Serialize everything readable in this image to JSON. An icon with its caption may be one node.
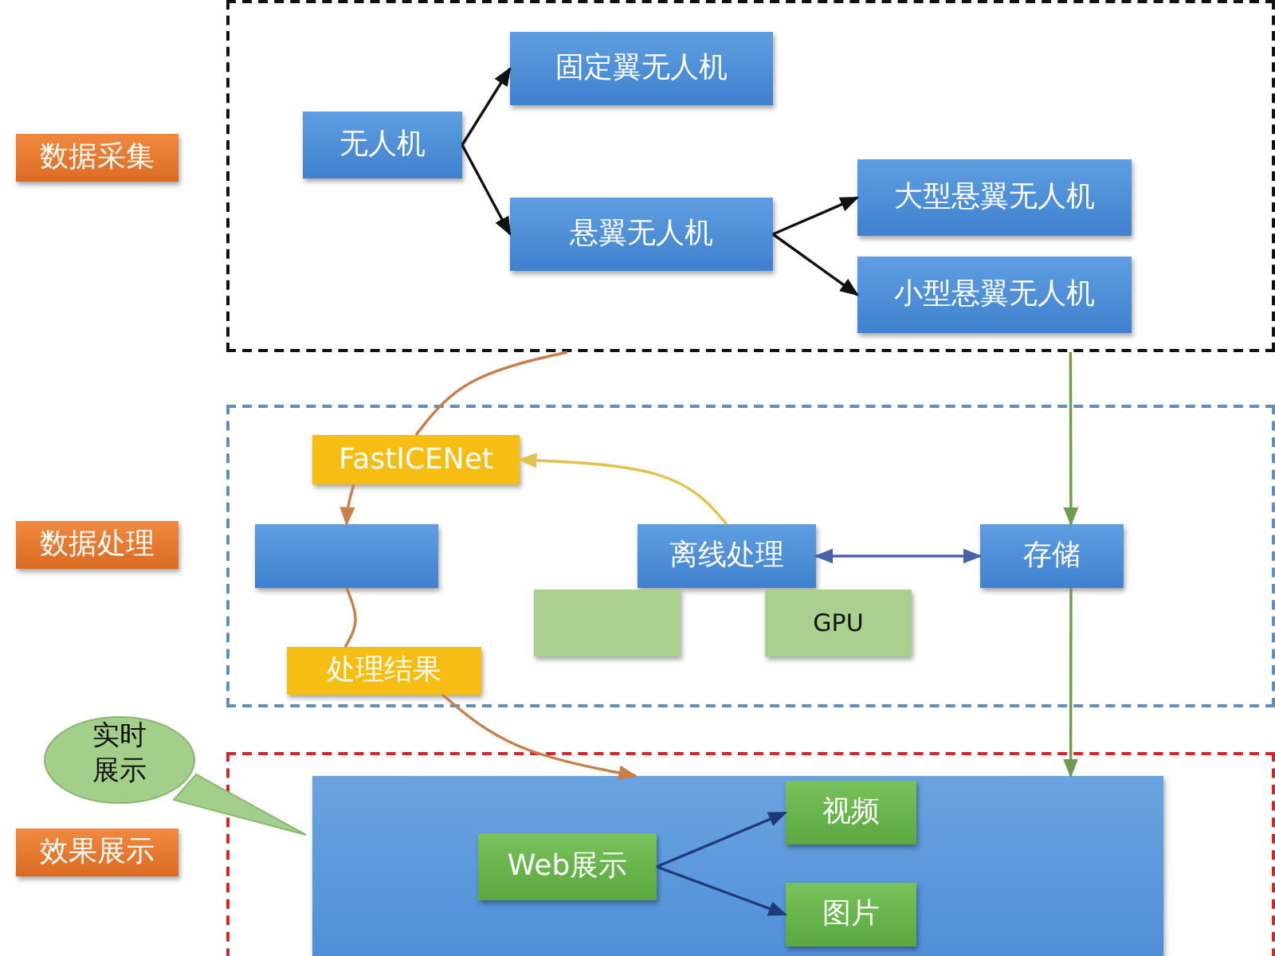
{
  "diagram": {
    "nodes": [
      {
        "text": [],
        "shape": "box"
      },
      {
        "text": [
          "数据采集"
        ]
      },
      {
        "text": [
          "无人机"
        ],
        "in": 0
      },
      {
        "text": [
          "固定翼无人机"
        ],
        "in": 0
      },
      {
        "text": [
          "悬翼无人机"
        ],
        "in": 0
      },
      {
        "text": [
          "大型悬翼无人机"
        ],
        "in": 0
      },
      {
        "text": [
          "小型悬翼无人机"
        ],
        "in": 0
      },
      {
        "text": [],
        "shape": "box"
      },
      {
        "text": [
          "数据处理"
        ]
      },
      {
        "text": [
          "FastICENet"
        ],
        "in": 7
      },
      {
        "text": [],
        "shape": "box",
        "in": 7
      },
      {
        "text": [
          "离线处理"
        ],
        "in": 7
      },
      {
        "text": [],
        "shape": "box",
        "in": 7
      },
      {
        "text": [
          "GPU"
        ],
        "in": 7
      },
      {
        "text": [
          "存储"
        ],
        "in": 7
      },
      {
        "text": [
          "处理结果"
        ],
        "in": 7
      },
      {
        "text": [],
        "shape": "box"
      },
      {
        "text": [
          "效果展示"
        ]
      },
      {
        "text": [
          "实时展示"
        ]
      },
      {
        "text": [],
        "shape": "box",
        "in": 16
      },
      {
        "text": [
          "Web展示"
        ],
        "in": 19
      },
      {
        "text": [
          "视频"
        ],
        "in": 19
      },
      {
        "text": [
          "图片"
        ],
        "in": 19
      }
    ],
    "edges": [
      {
        "from": 2,
        "to": 3,
        "arrow": "to"
      },
      {
        "from": 2,
        "to": 4,
        "arrow": "to"
      },
      {
        "from": 4,
        "to": 5,
        "arrow": "to"
      },
      {
        "from": 4,
        "to": 6,
        "arrow": "to"
      },
      {
        "from": 0,
        "to": 9,
        "arrow": "none",
        "color": "#c8804a"
      },
      {
        "from": 9,
        "to": 10,
        "arrow": "to",
        "color": "#c8804a"
      },
      {
        "from": 10,
        "to": 15,
        "arrow": "none",
        "color": "#c8804a"
      },
      {
        "from": 15,
        "to": 19,
        "arrow": "to",
        "color": "#c8804a"
      },
      {
        "from": 11,
        "to": 9,
        "arrow": "to",
        "color": "#e2c24a"
      },
      {
        "from": 11,
        "to": 14,
        "arrow": "both",
        "color": "#4a62a8"
      },
      {
        "from": 0,
        "to": 14,
        "arrow": "to",
        "color": "#6f9a52"
      },
      {
        "from": 14,
        "to": 19,
        "arrow": "to",
        "color": "#6f9a52"
      },
      {
        "from": 20,
        "to": 21,
        "arrow": "to",
        "color": "#1f3a7a"
      },
      {
        "from": 20,
        "to": 22,
        "arrow": "to",
        "color": "#1f3a7a"
      }
    ]
  }
}
